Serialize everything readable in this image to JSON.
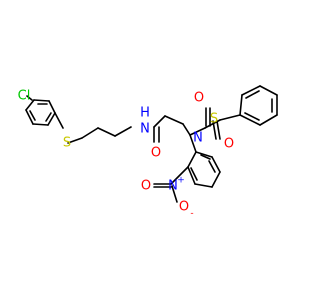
{
  "colors": {
    "bond": "#000000",
    "carbon": "#000000",
    "nitrogen": "#0000ff",
    "oxygen": "#ff0000",
    "sulfur": "#c8c800",
    "chlorine": "#00c800"
  },
  "molecule": {
    "atoms": {
      "cl": "Cl",
      "s_thioether": "S",
      "n_amide": "N",
      "h_amide": "H",
      "o_amide": "O",
      "n_sulfonamide": "N",
      "s_sulfonyl": "S",
      "o_sulfonyl_left": "O",
      "o_sulfonyl_right": "O",
      "n_nitro": "N",
      "n_nitro_charge": "+",
      "o_nitro_down": "O",
      "o_nitro_down_charge": "-",
      "o_nitro_left": "O"
    }
  }
}
